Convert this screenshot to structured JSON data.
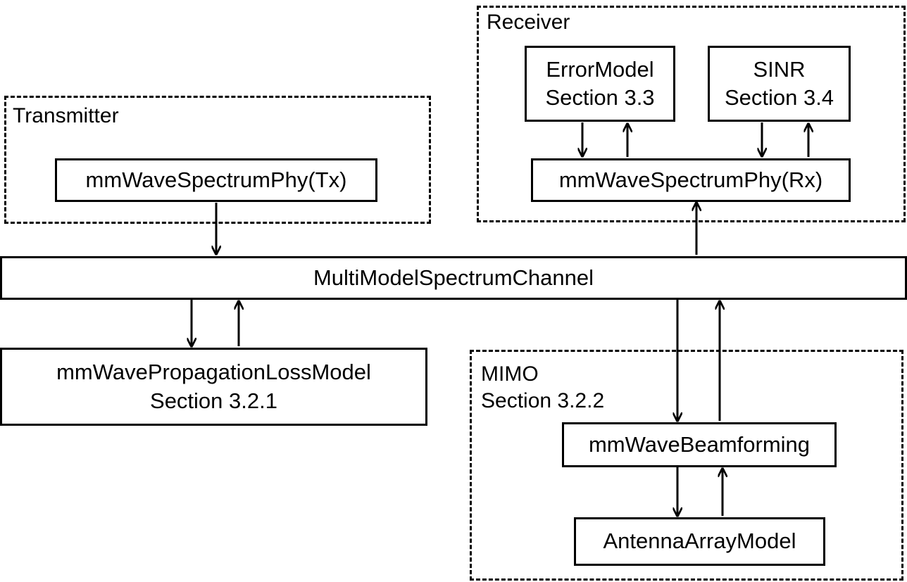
{
  "groups": {
    "transmitter": {
      "title": "Transmitter"
    },
    "receiver": {
      "title": "Receiver"
    },
    "mimo": {
      "title": "MIMO",
      "section": "Section 3.2.2"
    }
  },
  "boxes": {
    "spectrum_phy_tx": {
      "label": "mmWaveSpectrumPhy(Tx)"
    },
    "error_model": {
      "label": "ErrorModel",
      "section": "Section 3.3"
    },
    "sinr": {
      "label": "SINR",
      "section": "Section 3.4"
    },
    "spectrum_phy_rx": {
      "label": "mmWaveSpectrumPhy(Rx)"
    },
    "channel": {
      "label": "MultiModelSpectrumChannel"
    },
    "propagation_loss": {
      "label": "mmWavePropagationLossModel",
      "section": "Section 3.2.1"
    },
    "beamforming": {
      "label": "mmWaveBeamforming"
    },
    "antenna_array": {
      "label": "AntennaArrayModel"
    }
  }
}
